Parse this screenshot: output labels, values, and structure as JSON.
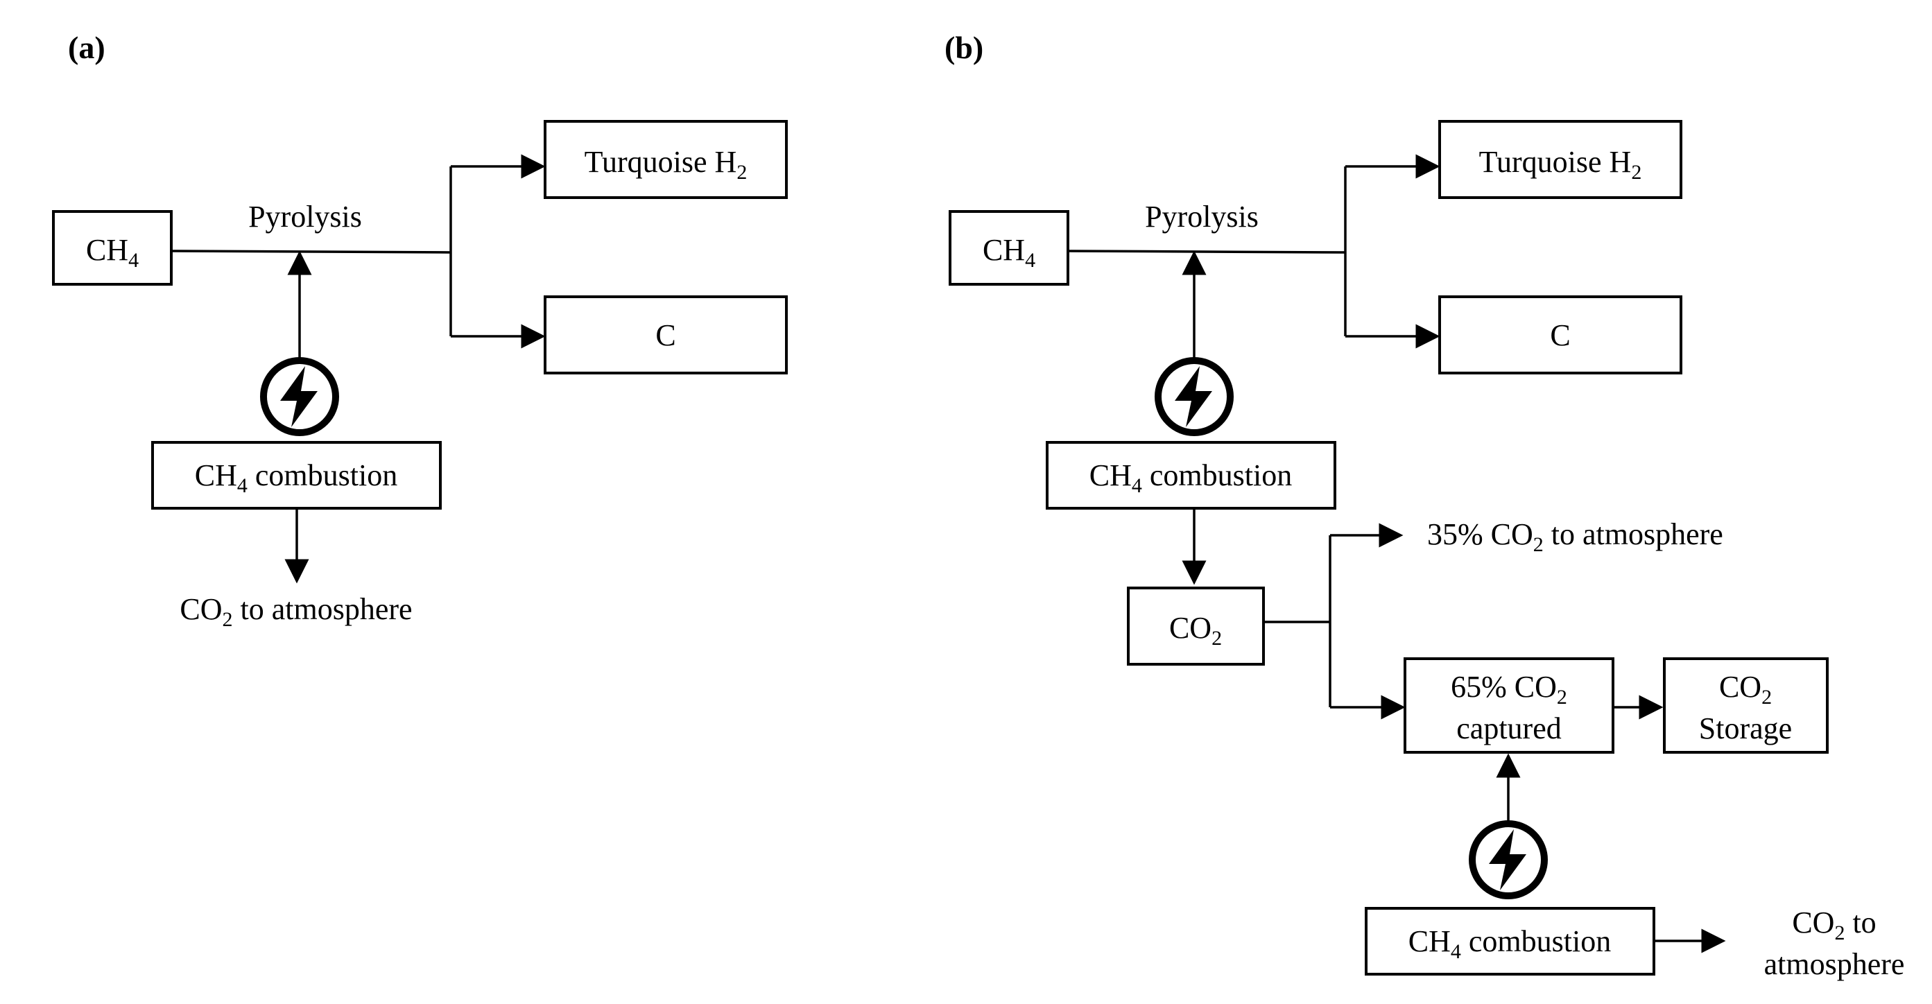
{
  "panel_a": {
    "label": "(a)",
    "ch4": {
      "main": "CH",
      "sub": "4"
    },
    "pyrolysis": "Pyrolysis",
    "turquoise": {
      "main": "Turquoise H",
      "sub": "2"
    },
    "carbon": "C",
    "combustion": {
      "pre": "CH",
      "sub": "4",
      "post": " combustion"
    },
    "co2_out": {
      "pre": "CO",
      "sub": "2",
      "post": " to atmosphere"
    }
  },
  "panel_b": {
    "label": "(b)",
    "ch4": {
      "main": "CH",
      "sub": "4"
    },
    "pyrolysis": "Pyrolysis",
    "turquoise": {
      "main": "Turquoise H",
      "sub": "2"
    },
    "carbon": "C",
    "combustion": {
      "pre": "CH",
      "sub": "4",
      "post": " combustion"
    },
    "co2": {
      "main": "CO",
      "sub": "2"
    },
    "released": {
      "pre": "35% CO",
      "sub": "2",
      "post": " to atmosphere"
    },
    "captured": {
      "pre": "65% CO",
      "sub": "2",
      "line2": "captured"
    },
    "storage": {
      "pre": "CO",
      "sub": "2",
      "line2": "Storage"
    },
    "combustion2": {
      "pre": "CH",
      "sub": "4",
      "post": " combustion"
    },
    "co2_out": {
      "pre": "CO",
      "sub": "2",
      "post": " to",
      "line2": "atmosphere"
    }
  }
}
